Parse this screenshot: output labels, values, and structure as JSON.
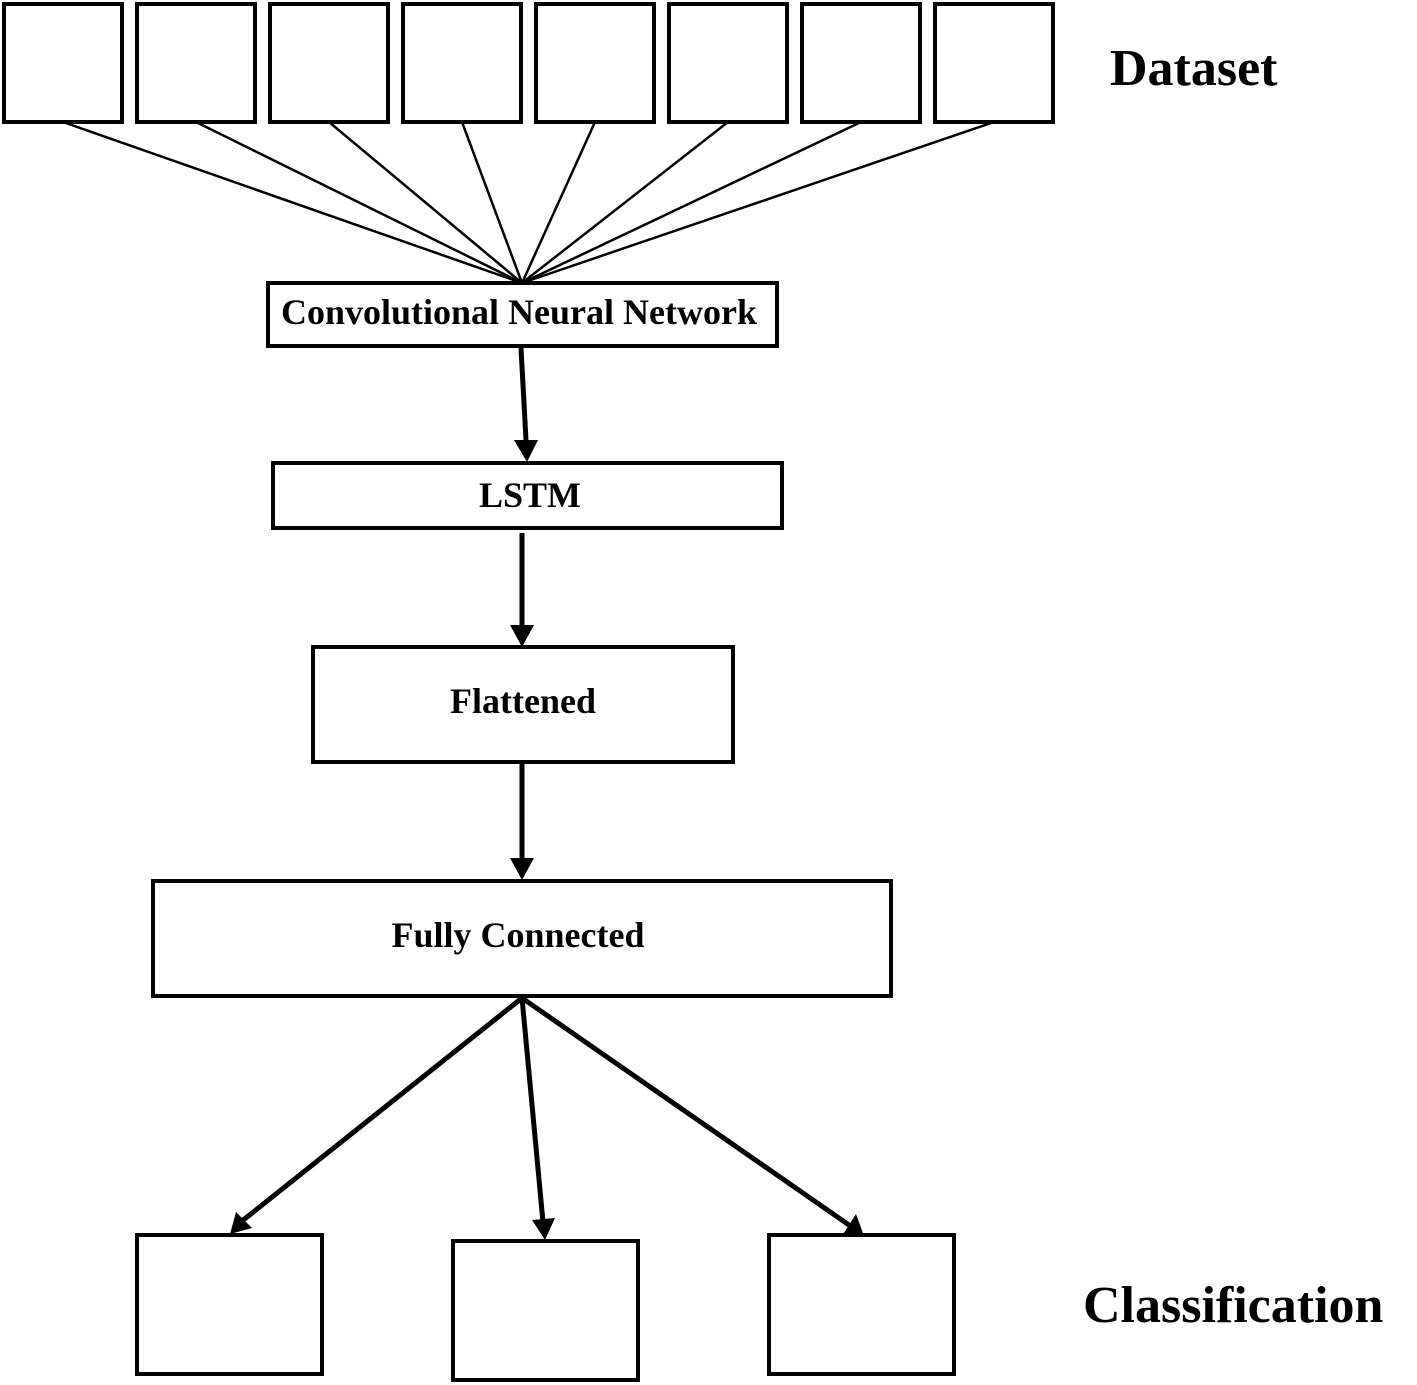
{
  "labels": {
    "dataset": "Dataset",
    "classification": "Classification"
  },
  "layers": {
    "cnn": "Convolutional Neural Network",
    "lstm": "LSTM",
    "flattened": "Flattened",
    "fully_connected": "Fully Connected"
  },
  "colors": {
    "stroke": "#000000",
    "background": "#ffffff"
  }
}
